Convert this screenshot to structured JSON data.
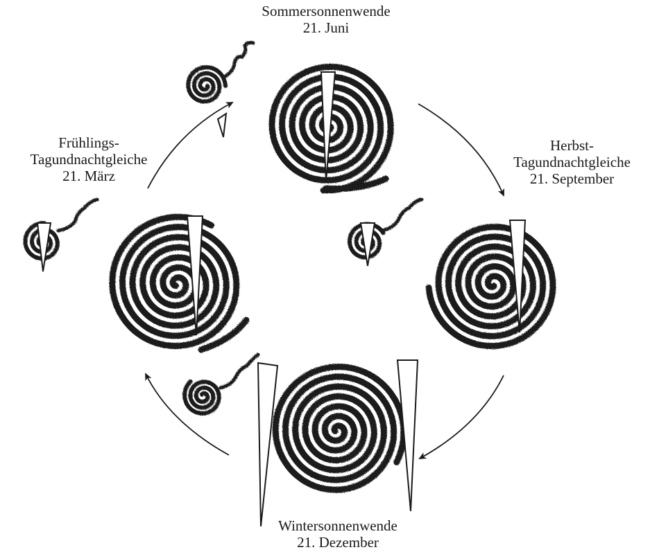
{
  "labels": {
    "summer": {
      "line1": "Sommersonnenwende",
      "line2": "21. Juni"
    },
    "spring": {
      "line1": "Frühlings-",
      "line2": "Tagundnachtgleiche",
      "line3": "21. März"
    },
    "autumn": {
      "line1": "Herbst-",
      "line2": "Tagundnachtgleiche",
      "line3": "21. September"
    },
    "winter": {
      "line1": "Wintersonnenwende",
      "line2": "21. Dezember"
    }
  },
  "colors": {
    "ink": "#1a1a1a",
    "background": "#ffffff"
  }
}
